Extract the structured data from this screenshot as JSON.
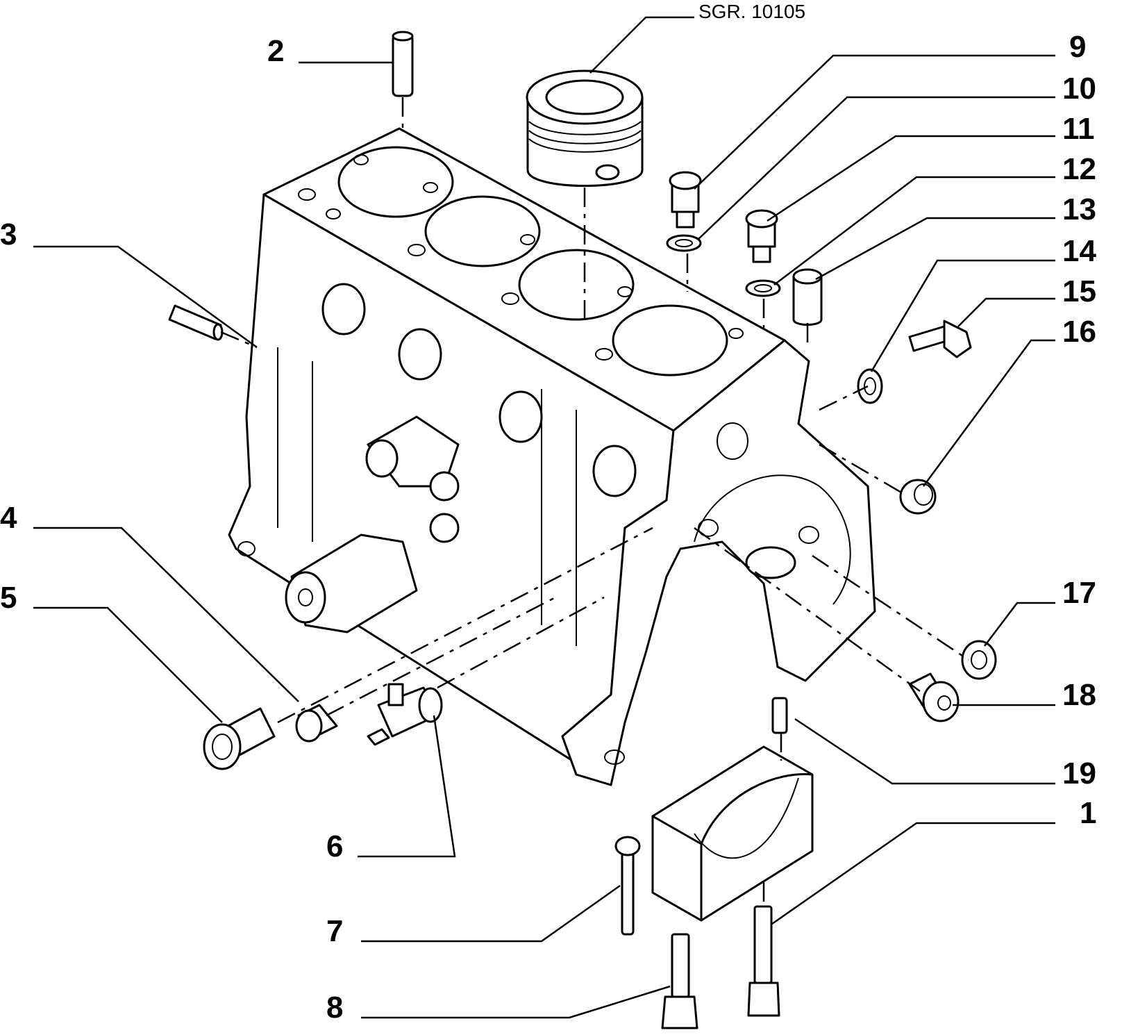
{
  "reference_label": "SGR. 10105",
  "callouts": [
    {
      "id": "1",
      "label": "1"
    },
    {
      "id": "2",
      "label": "2"
    },
    {
      "id": "3",
      "label": "3"
    },
    {
      "id": "4",
      "label": "4"
    },
    {
      "id": "5",
      "label": "5"
    },
    {
      "id": "6",
      "label": "6"
    },
    {
      "id": "7",
      "label": "7"
    },
    {
      "id": "8",
      "label": "8"
    },
    {
      "id": "9",
      "label": "9"
    },
    {
      "id": "10",
      "label": "10"
    },
    {
      "id": "11",
      "label": "11"
    },
    {
      "id": "12",
      "label": "12"
    },
    {
      "id": "13",
      "label": "13"
    },
    {
      "id": "14",
      "label": "14"
    },
    {
      "id": "15",
      "label": "15"
    },
    {
      "id": "16",
      "label": "16"
    },
    {
      "id": "17",
      "label": "17"
    },
    {
      "id": "18",
      "label": "18"
    },
    {
      "id": "19",
      "label": "19"
    }
  ],
  "colors": {
    "line": "#000000",
    "background": "#ffffff"
  }
}
